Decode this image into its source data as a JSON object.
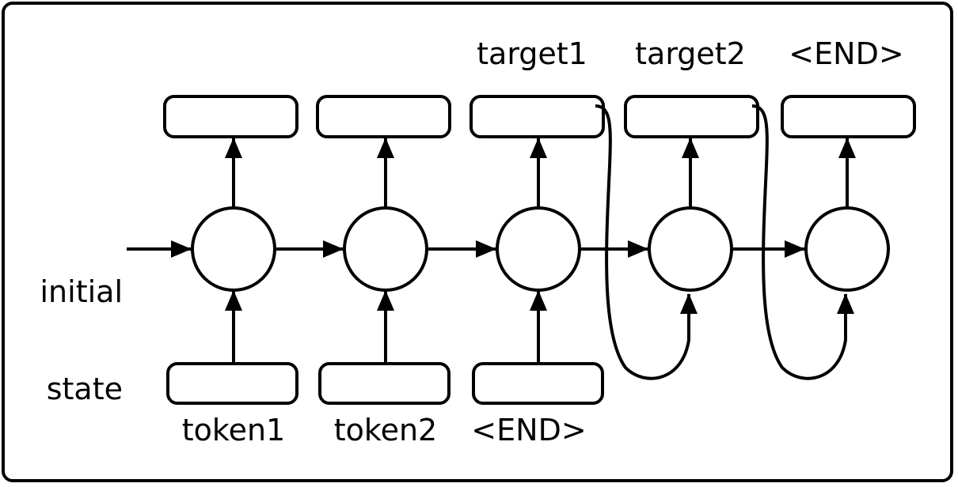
{
  "diagram": {
    "type": "rnn-encoder-decoder-unrolled",
    "background": "#ffffff",
    "stroke_color": "#000000",
    "frame": {
      "border_color": "#000000",
      "border_width": 4,
      "radius": 14
    },
    "initial_state_label": {
      "line1": "initial",
      "line2": "state"
    },
    "cells": [
      {
        "id": "cell-1",
        "phase": "encoder",
        "output_label": "",
        "input_label": "token1",
        "has_feedback": false
      },
      {
        "id": "cell-2",
        "phase": "encoder",
        "output_label": "",
        "input_label": "token2",
        "has_feedback": false
      },
      {
        "id": "cell-3",
        "phase": "encoder",
        "output_label": "",
        "input_label": "<END>",
        "has_feedback": false
      },
      {
        "id": "cell-4",
        "phase": "decoder",
        "output_label": "target1",
        "input_label": "",
        "has_feedback": true
      },
      {
        "id": "cell-5",
        "phase": "decoder",
        "output_label": "target2",
        "input_label": "",
        "has_feedback": true
      },
      {
        "id": "cell-6",
        "phase": "decoder",
        "output_label": "<END>",
        "input_label": "",
        "has_feedback": false
      }
    ],
    "top_labels": [
      "",
      "",
      "target1",
      "target2",
      "<END>"
    ],
    "bottom_labels": [
      "token1",
      "token2",
      "<END>",
      "",
      ""
    ],
    "shapes": {
      "output_box": {
        "count": 5,
        "width": 168,
        "height": 51,
        "radius": 12
      },
      "input_box": {
        "count": 3,
        "width": 164,
        "height": 50,
        "radius": 12
      },
      "state_circle": {
        "count": 5,
        "diameter": 104
      }
    },
    "edges": {
      "initial_state_arrow": "initial state -> cell-1",
      "recurrent_arrows": 4,
      "output_arrows": 5,
      "input_arrows": 3,
      "feedback_arrows": 2
    }
  }
}
